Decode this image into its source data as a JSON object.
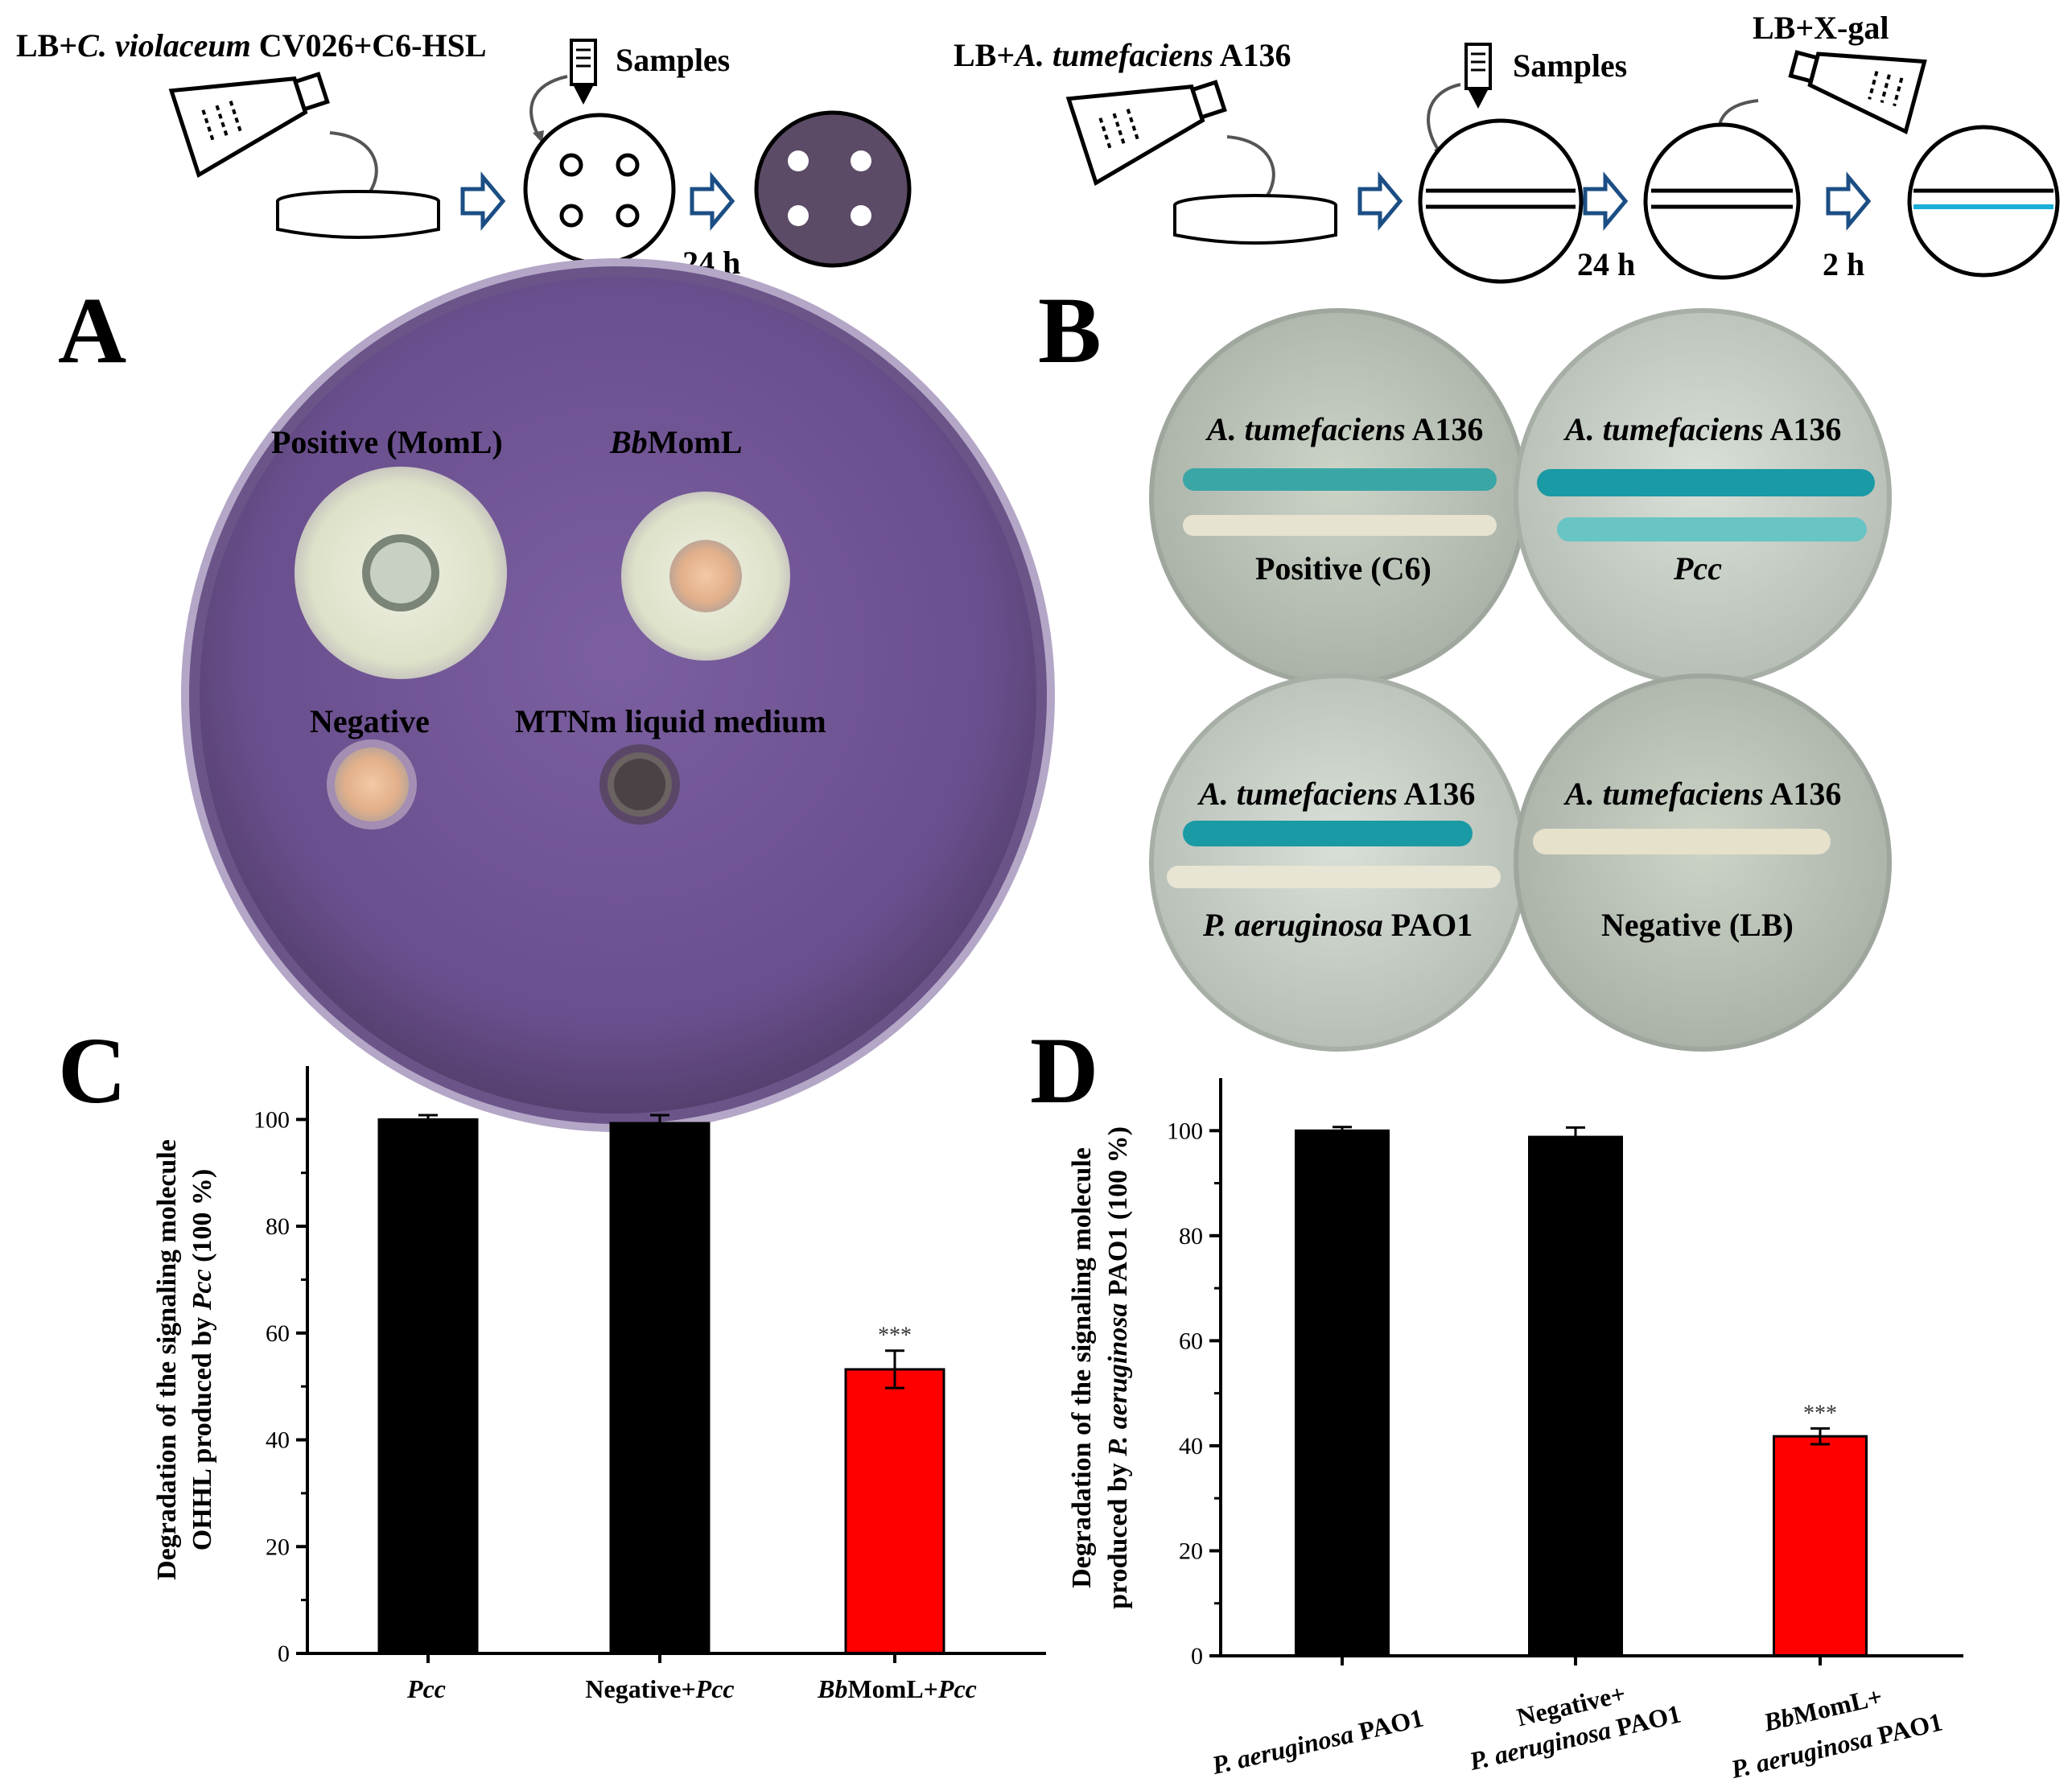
{
  "panels": {
    "a": "A",
    "b": "B",
    "c": "C",
    "d": "D"
  },
  "schematic": {
    "left_medium_prefix": "LB+",
    "left_medium_species": "C. violaceum",
    "left_medium_suffix": " CV026+C6-HSL",
    "left_samples": "Samples",
    "left_time": "24 h",
    "right_medium_prefix": "LB+",
    "right_medium_species": "A. tumefaciens",
    "right_medium_suffix": " A136",
    "right_samples": "Samples",
    "right_xgal": "LB+X-gal",
    "right_time1": "24 h",
    "right_time2": "2 h"
  },
  "plate_a": {
    "positive": "Positive (MomL)",
    "bb_prefix": "Bb",
    "bb_suffix": "MomL",
    "negative": "Negative",
    "mtnm": "MTNm liquid medium"
  },
  "plate_b": {
    "strain_species": "A. tumefaciens",
    "strain_suffix": " A136",
    "tl_bottom": "Positive (C6)",
    "tr_bottom": "Pcc",
    "bl_bottom_species": "P. aeruginosa",
    "bl_bottom_suffix": " PAO1",
    "br_bottom": "Negative (LB)"
  },
  "colors": {
    "bar_control": "#000000",
    "bar_treatment": "#ff0000",
    "xgal_blue": "#1aaed8",
    "plate_purple": "#6b4f8c"
  },
  "chart_c_labels": {
    "ylabel_line1": "Degradation of the signaling molecule",
    "ylabel_line2_prefix": "OHHL produced by ",
    "ylabel_line2_species": "Pcc",
    "ylabel_line2_suffix": " (100 %)",
    "cat1": "Pcc",
    "cat2_prefix": "Negative+",
    "cat2_species": "Pcc",
    "cat3_prefix": "Bb",
    "cat3_mid": "MomL+",
    "cat3_species": "Pcc"
  },
  "chart_d_labels": {
    "ylabel_line1": "Degradation of the signaling molecule",
    "ylabel_line2_prefix": "produced by ",
    "ylabel_line2_species": "P. aeruginosa",
    "ylabel_line2_suffix": " PAO1 (100 %)",
    "cat1_species": "P. aeruginosa",
    "cat1_suffix": " PAO1",
    "cat2_line1": "Negative+",
    "cat2_line2_species": "P. aeruginosa",
    "cat2_line2_suffix": " PAO1",
    "cat3_line1_prefix": "Bb",
    "cat3_line1_suffix": "MomL+",
    "cat3_line2_species": "P. aeruginosa",
    "cat3_line2_suffix": " PAO1"
  },
  "chart_data": [
    {
      "type": "bar",
      "panel": "C",
      "categories": [
        "Pcc",
        "Negative+Pcc",
        "BbMomL+Pcc"
      ],
      "values": [
        100,
        99.3,
        53.2
      ],
      "errors": [
        0.8,
        1.5,
        3.5
      ],
      "significance": [
        "",
        "",
        "***"
      ],
      "ylim": [
        0,
        110
      ],
      "yticks": [
        0,
        20,
        40,
        60,
        80,
        100
      ],
      "colors": [
        "#000000",
        "#000000",
        "#ff0000"
      ]
    },
    {
      "type": "bar",
      "panel": "D",
      "categories": [
        "P. aeruginosa PAO1",
        "Negative+P. aeruginosa PAO1",
        "BbMomL+P. aeruginosa PAO1"
      ],
      "values": [
        100,
        98.8,
        41.8
      ],
      "errors": [
        0.7,
        1.8,
        1.5
      ],
      "significance": [
        "",
        "",
        "***"
      ],
      "ylim": [
        0,
        110
      ],
      "yticks": [
        0,
        20,
        40,
        60,
        80,
        100
      ],
      "colors": [
        "#000000",
        "#000000",
        "#ff0000"
      ]
    }
  ]
}
